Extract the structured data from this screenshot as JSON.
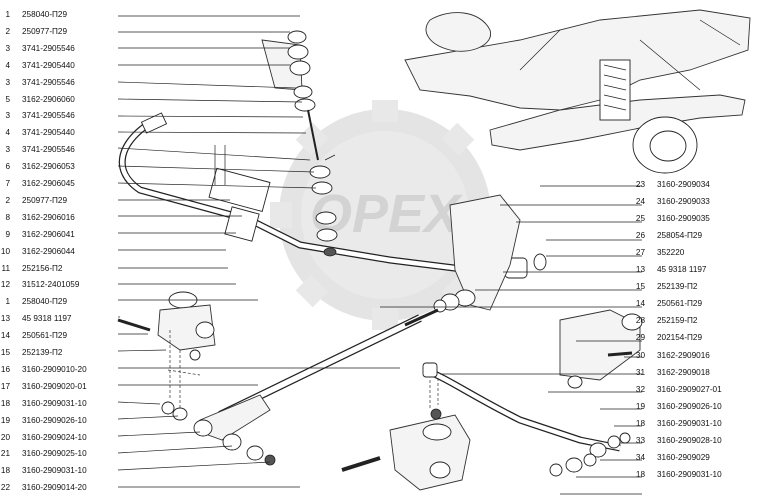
{
  "watermark": "OPEX",
  "left_labels": [
    {
      "num": "1",
      "code": "258040-П29"
    },
    {
      "num": "2",
      "code": "250977-П29"
    },
    {
      "num": "3",
      "code": "3741-2905546"
    },
    {
      "num": "4",
      "code": "3741-2905440"
    },
    {
      "num": "3",
      "code": "3741-2905546"
    },
    {
      "num": "5",
      "code": "3162-2906060"
    },
    {
      "num": "3",
      "code": "3741-2905546"
    },
    {
      "num": "4",
      "code": "3741-2905440"
    },
    {
      "num": "3",
      "code": "3741-2905546"
    },
    {
      "num": "6",
      "code": "3162-2906053"
    },
    {
      "num": "7",
      "code": "3162-2906045"
    },
    {
      "num": "2",
      "code": "250977-П29"
    },
    {
      "num": "8",
      "code": "3162-2906016"
    },
    {
      "num": "9",
      "code": "3162-2906041"
    },
    {
      "num": "10",
      "code": "3162-2906044"
    },
    {
      "num": "11",
      "code": "252156-П2"
    },
    {
      "num": "12",
      "code": "31512-2401059"
    },
    {
      "num": "1",
      "code": "258040-П29"
    },
    {
      "num": "13",
      "code": "45 9318 1197"
    },
    {
      "num": "14",
      "code": "250561-П29"
    },
    {
      "num": "15",
      "code": "252139-П2"
    },
    {
      "num": "16",
      "code": "3160-2909010-20"
    },
    {
      "num": "17",
      "code": "3160-2909020-01"
    },
    {
      "num": "18",
      "code": "3160-2909031-10"
    },
    {
      "num": "19",
      "code": "3160-2909026-10"
    },
    {
      "num": "20",
      "code": "3160-2909024-10"
    },
    {
      "num": "21",
      "code": "3160-2909025-10"
    },
    {
      "num": "18",
      "code": "3160-2909031-10"
    },
    {
      "num": "22",
      "code": "3160-2909014-20"
    }
  ],
  "right_labels": [
    {
      "num": "23",
      "code": "3160-2909034"
    },
    {
      "num": "24",
      "code": "3160-2909033"
    },
    {
      "num": "25",
      "code": "3160-2909035"
    },
    {
      "num": "26",
      "code": "258054-П29"
    },
    {
      "num": "27",
      "code": "352220"
    },
    {
      "num": "13",
      "code": "45 9318 1197"
    },
    {
      "num": "15",
      "code": "252139-П2"
    },
    {
      "num": "14",
      "code": "250561-П29"
    },
    {
      "num": "28",
      "code": "252159-П2"
    },
    {
      "num": "29",
      "code": "202154-П29"
    },
    {
      "num": "30",
      "code": "3162-2909016"
    },
    {
      "num": "31",
      "code": "3162-2909018"
    },
    {
      "num": "32",
      "code": "3160-2909027-01"
    },
    {
      "num": "19",
      "code": "3160-2909026-10"
    },
    {
      "num": "18",
      "code": "3160-2909031-10"
    },
    {
      "num": "33",
      "code": "3160-2909028-10"
    },
    {
      "num": "34",
      "code": "3160-2909029"
    },
    {
      "num": "18",
      "code": "3160-2909031-10"
    }
  ]
}
